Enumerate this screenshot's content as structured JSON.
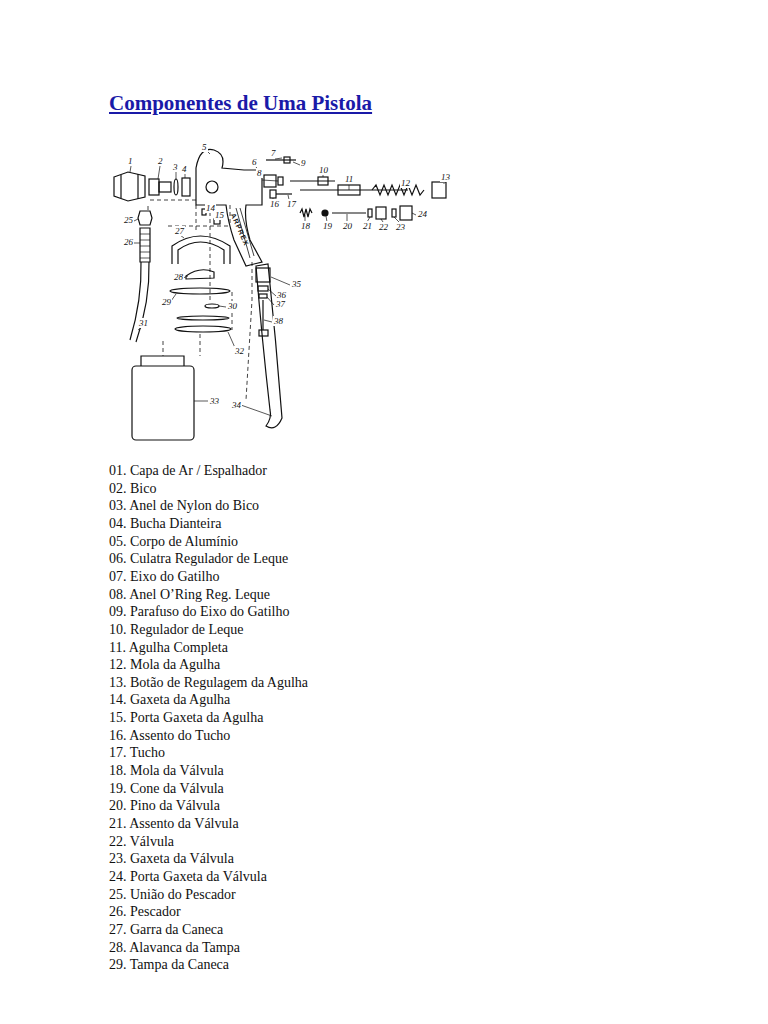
{
  "diagram": {
    "title": "Componentes de Uma Pistola",
    "labels": [
      "1",
      "2",
      "3",
      "4",
      "5",
      "6",
      "7",
      "8",
      "9",
      "10",
      "11",
      "12",
      "13",
      "14",
      "15",
      "16",
      "17",
      "18",
      "19",
      "20",
      "21",
      "22",
      "23",
      "24",
      "25",
      "26",
      "27",
      "28",
      "29",
      "30",
      "31",
      "32",
      "33",
      "34",
      "35",
      "36",
      "37",
      "38",
      "ARPREX",
      "01. Capa de Ar / Espalhador",
      "02. Bico",
      "03. Anel de Nylon do Bico",
      "04. Bucha Dianteira",
      "05. Corpo de Alumínio",
      "06. Culatra Regulador de Leque",
      "07. Eixo do Gatilho",
      "08. Anel O’Ring Reg. Leque",
      "09. Parafuso do Eixo do Gatilho",
      "10. Regulador de Leque",
      "11. Agulha Completa",
      "12. Mola da Agulha",
      "13. Botão de Regulagem da Agulha",
      "14. Gaxeta da Agulha",
      "15. Porta Gaxeta da Agulha",
      "16. Assento do Tucho",
      "17. Tucho",
      "18. Mola da Válvula",
      "19. Cone da Válvula",
      "20. Pino da Válvula",
      "21. Assento da Válvula",
      "22. Válvula",
      "23. Gaxeta da Válvula",
      "24. Porta Gaxeta da Válvula",
      "25. União do Pescador",
      "26. Pescador",
      "27. Garra da Caneca",
      "28. Alavanca da Tampa",
      "29. Tampa da Caneca"
    ]
  }
}
